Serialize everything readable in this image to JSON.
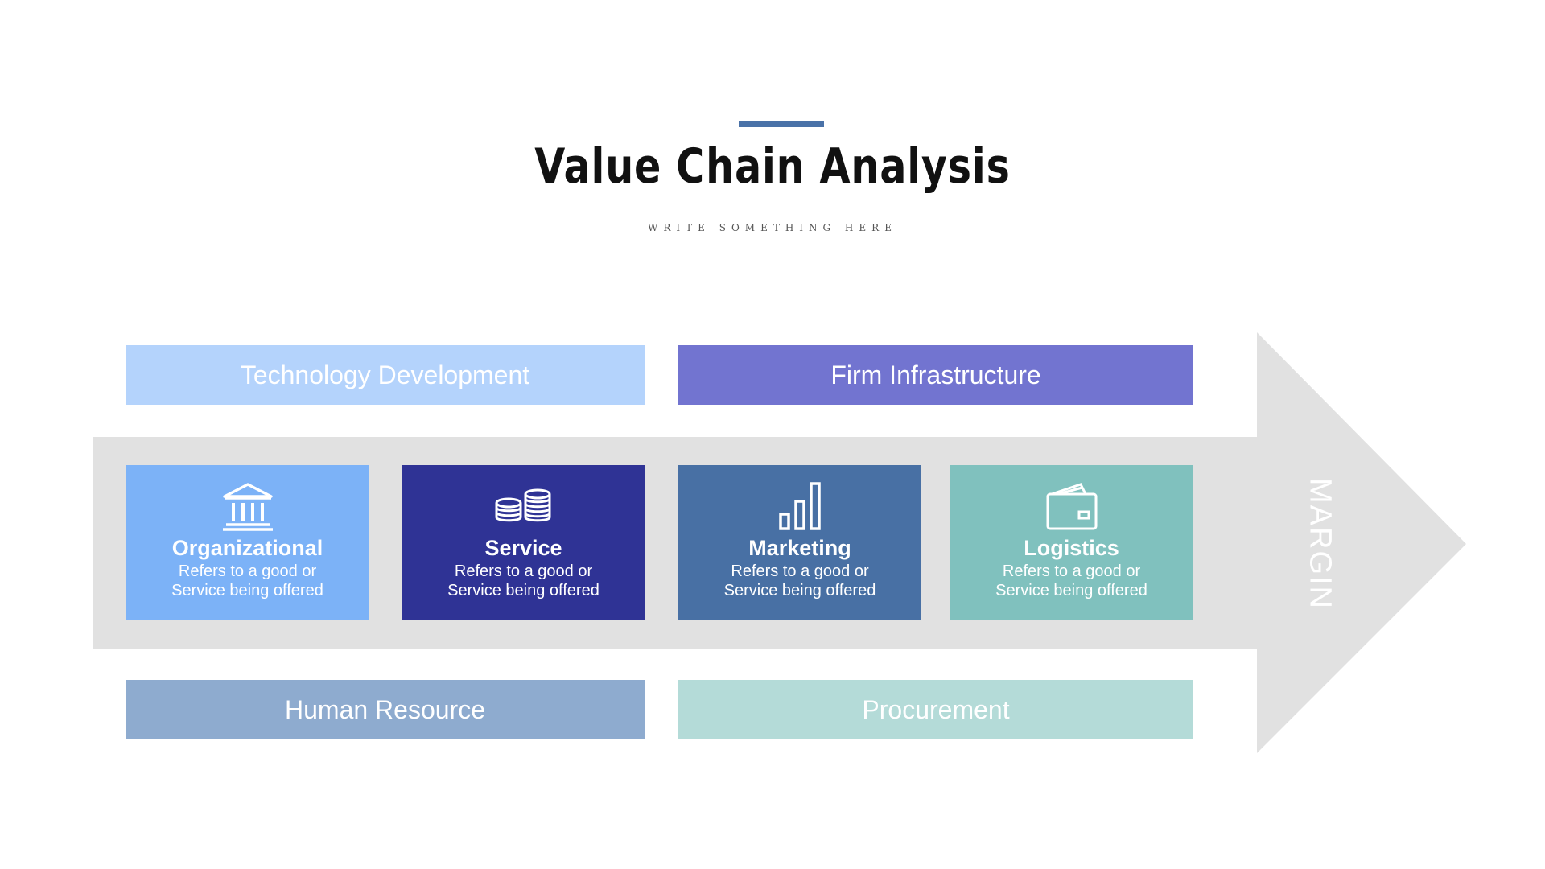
{
  "header": {
    "title": "Value Chain Analysis",
    "subtitle": "WRITE SOMETHING HERE"
  },
  "support_activities": {
    "top_left": "Technology Development",
    "top_right": "Firm Infrastructure",
    "bottom_left": "Human Resource",
    "bottom_right": "Procurement"
  },
  "primary_activities": [
    {
      "title": "Organizational",
      "description": "Refers to a good or Service being offered",
      "icon": "bank-icon",
      "color": "#7cb2f7"
    },
    {
      "title": "Service",
      "description": "Refers to a good or Service being offered",
      "icon": "coins-icon",
      "color": "#2f3395"
    },
    {
      "title": "Marketing",
      "description": "Refers to a good or Service being offered",
      "icon": "bar-chart-icon",
      "color": "#4870a4"
    },
    {
      "title": "Logistics",
      "description": "Refers to a good or Service being offered",
      "icon": "wallet-icon",
      "color": "#80c1be"
    }
  ],
  "arrow": {
    "label": "MARGIN",
    "color": "#e1e1e1"
  },
  "colors": {
    "accent": "#4a72a8",
    "technology_development": "#b4d3fc",
    "firm_infrastructure": "#7274d0",
    "human_resource": "#8eabcf",
    "procurement": "#b4dbd8"
  }
}
